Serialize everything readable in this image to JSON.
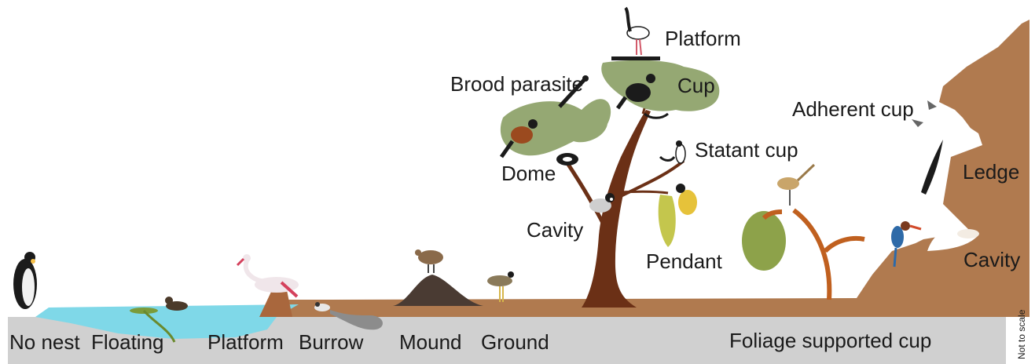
{
  "labels": {
    "ground": {
      "no_nest": "No nest",
      "floating": "Floating",
      "platform": "Platform",
      "burrow": "Burrow",
      "mound": "Mound",
      "ground": "Ground",
      "foliage_supported_cup": "Foliage supported cup"
    },
    "tree": {
      "platform": "Platform",
      "brood_parasite": "Brood parasite",
      "cup": "Cup",
      "dome": "Dome",
      "statant_cup": "Statant cup",
      "cavity": "Cavity",
      "pendant": "Pendant"
    },
    "cliff": {
      "adherent_cup": "Adherent cup",
      "ledge": "Ledge",
      "cavity": "Cavity"
    },
    "scale_note": "Not to scale"
  },
  "colors": {
    "soil": "#b07a4f",
    "bedrock": "#d0d0d0",
    "water": "#7fd8e8",
    "foliage": "#95a873",
    "trunk": "#6b3016",
    "branch": "#b0501f",
    "mound": "#4a3b33"
  }
}
